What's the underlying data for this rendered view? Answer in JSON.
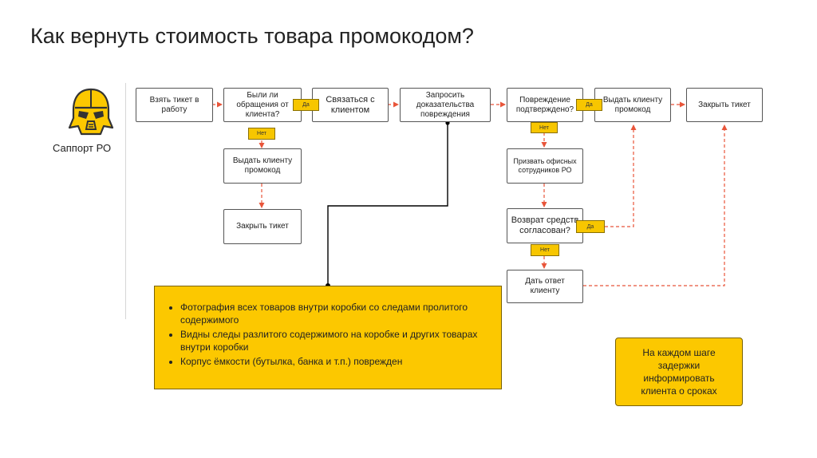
{
  "title": "Как вернуть стоимость товара промокодом?",
  "actor": {
    "label": "Саппорт РО",
    "icon": "darth-vader-helmet-icon"
  },
  "colors": {
    "accent": "#fcc800",
    "arrow": "#e8553a",
    "connector": "#000000"
  },
  "steps": {
    "take_ticket": "Взять тикет в работу",
    "previous_requests": "Были ли обращения от клиента?",
    "contact_client": "Связаться с клиентом",
    "request_proof": "Запросить доказательства повреждения",
    "damage_confirmed": "Повреждение подтверждено?",
    "give_promo_top": "Выдать клиенту промокод",
    "close_ticket_top": "Закрыть тикет",
    "give_promo_left": "Выдать клиенту промокод",
    "close_ticket_left": "Закрыть тикет",
    "call_office_staff": "Призвать офисных сотрудников РО",
    "refund_approved": "Возврат средств согласован?",
    "reply_client": "Дать ответ клиенту"
  },
  "tags": {
    "yes_previous": "Да",
    "no_previous": "Нет",
    "yes_damage": "Да",
    "no_damage": "Нет",
    "yes_refund": "Да",
    "no_refund": "Нет"
  },
  "evidence": [
    "Фотография всех товаров внутри коробки со следами пролитого содержимого",
    "Видны следы разлитого содержимого на коробке и других товарах внутри коробки",
    "Корпус ёмкости (бутылка, банка и т.п.) поврежден"
  ],
  "note": "На каждом шаге задержки информировать клиента о сроках"
}
